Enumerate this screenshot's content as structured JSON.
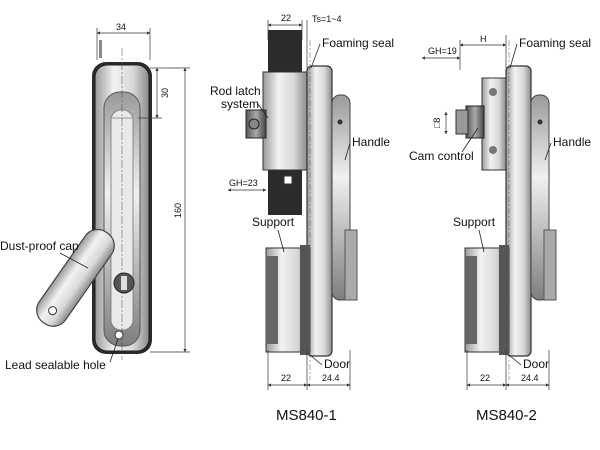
{
  "left_view": {
    "dims": {
      "width": "34",
      "top_offset": "30",
      "height": "160"
    },
    "labels": {
      "cap": "Dust-proof cap",
      "hole": "Lead sealable hole"
    }
  },
  "view_1": {
    "caption": "MS840-1",
    "dims": {
      "top": "22",
      "ts": "Ts=1~4",
      "gh": "GH=23",
      "bottom_left": "22",
      "bottom_right": "24.4"
    },
    "labels": {
      "seal": "Foaming seal",
      "rod_line1": "Rod latch",
      "rod_line2": "system",
      "handle": "Handle",
      "support": "Support",
      "door": "Door"
    }
  },
  "view_2": {
    "caption": "MS840-2",
    "dims": {
      "gh": "GH=19",
      "h": "H",
      "d": "8",
      "bottom_left": "22",
      "bottom_right": "24.4"
    },
    "labels": {
      "seal": "Foaming seal",
      "cam": "Cam control",
      "handle": "Handle",
      "support": "Support",
      "door": "Door"
    }
  }
}
